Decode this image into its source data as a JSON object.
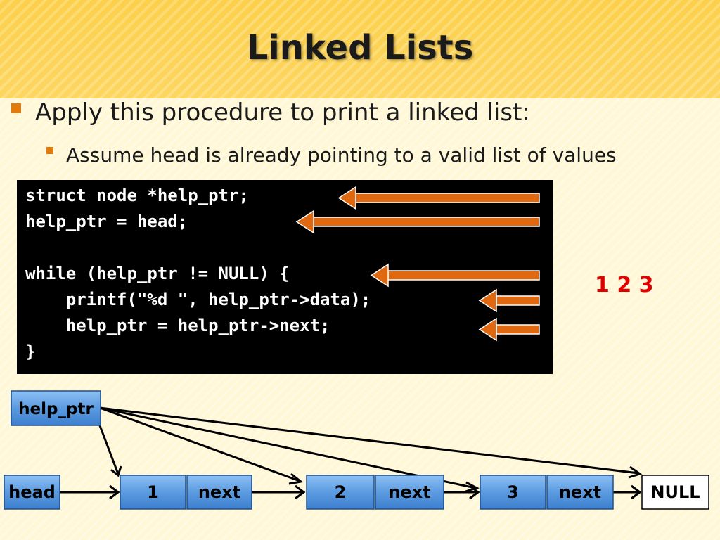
{
  "slide": {
    "title": "Linked Lists",
    "bullet_main": "Apply this procedure to print a linked list:",
    "bullet_sub": "Assume head is already pointing to a valid list of values"
  },
  "code": {
    "lines": [
      "struct node *help_ptr;",
      "help_ptr = head;",
      "",
      "while (help_ptr != NULL) {",
      "    printf(\"%d \", help_ptr->data);",
      "    help_ptr = help_ptr->next;",
      "}"
    ]
  },
  "output": "1 2 3",
  "diagram": {
    "pointer_label": "help_ptr",
    "head_label": "head",
    "nodes": [
      {
        "data": "1",
        "next_label": "next"
      },
      {
        "data": "2",
        "next_label": "next"
      },
      {
        "data": "3",
        "next_label": "next"
      }
    ],
    "null_label": "NULL"
  },
  "colors": {
    "arrow_orange": "#e06810",
    "box_blue": "#5b9be0",
    "output_red": "#e00000",
    "code_bg": "#000000",
    "bullet_orange": "#e07b10"
  }
}
